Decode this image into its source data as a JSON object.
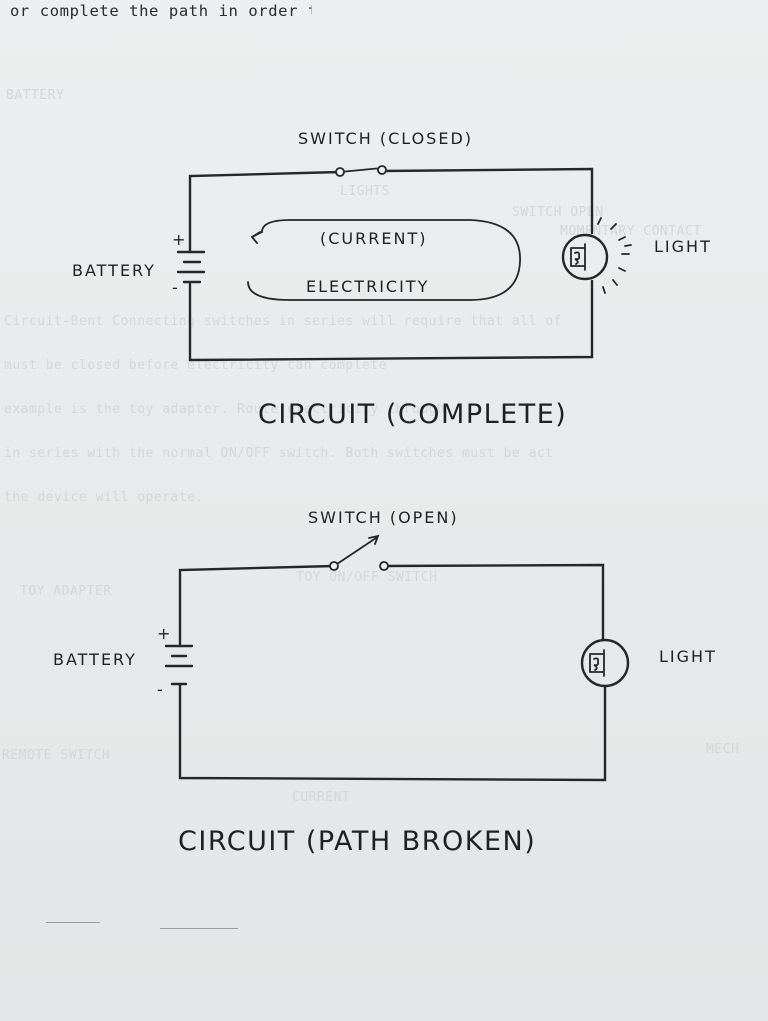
{
  "page": {
    "header_text": "or complete the path in order to control the device.",
    "background_color": "#e9ebec",
    "ink_color": "#1e1f22",
    "ghost_text_color": "#d3d7da"
  },
  "show_through": [
    "BATTERY",
    "LIGHTS",
    "SWITCH OPEN",
    "MOMENTARY CONTACT",
    "Circuit-Bent Connecting switches in series will require that all of",
    "must be closed before electricity can complete",
    "example is the toy adapter. Route electricity through",
    "in series with the normal ON/OFF switch. Both switches must be act",
    "the device will operate.",
    "TOY ADAPTER",
    "TOY ON/OFF SWITCH",
    "REMOTE SWITCH",
    "CURRENT",
    "MECH"
  ],
  "diagram_complete": {
    "switch_label": "SWITCH (CLOSED)",
    "battery_label": "BATTERY",
    "plus_sign": "+",
    "minus_sign": "-",
    "light_label": "LIGHT",
    "current_label": "(CURRENT)",
    "electricity_label": "ELECTRICITY",
    "caption": "CIRCUIT (COMPLETE)"
  },
  "diagram_broken": {
    "switch_label": "SWITCH (OPEN)",
    "battery_label": "BATTERY",
    "plus_sign": "+",
    "minus_sign": "-",
    "light_label": "LIGHT",
    "caption": "CIRCUIT (PATH BROKEN)"
  }
}
